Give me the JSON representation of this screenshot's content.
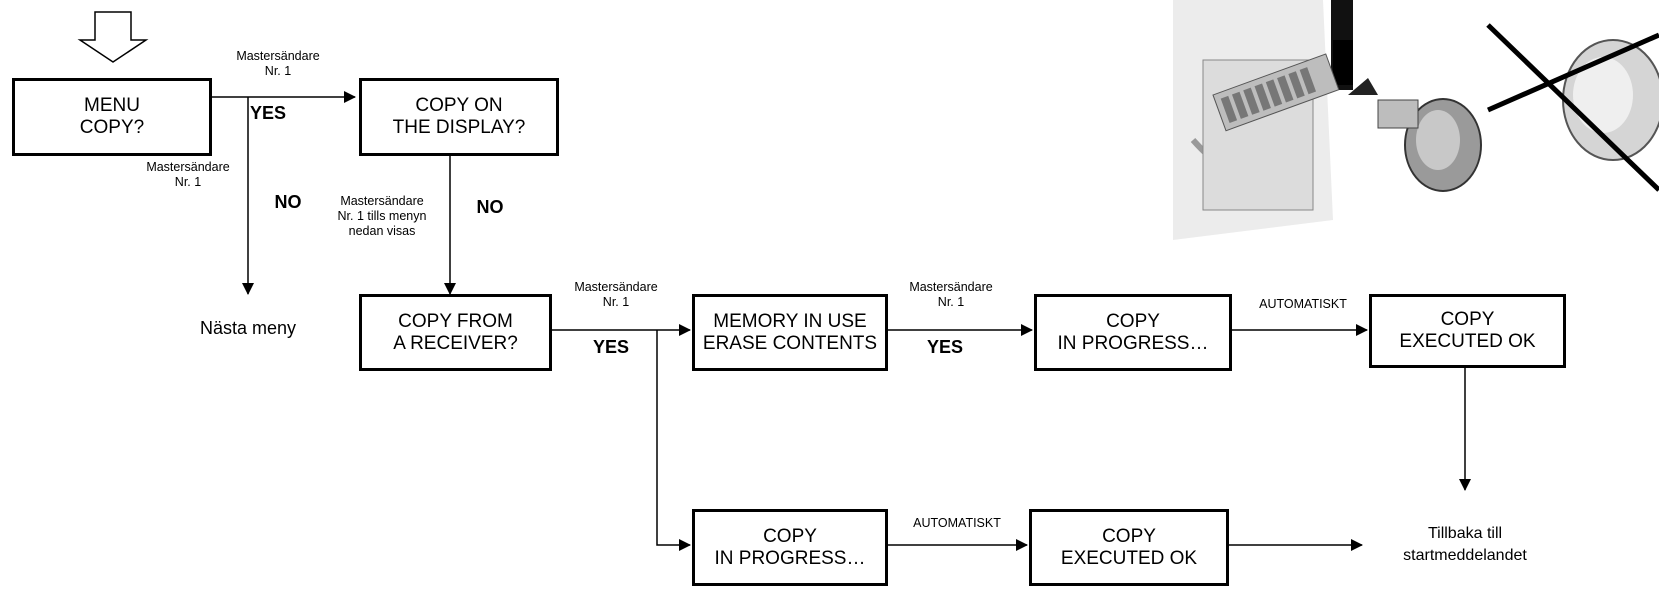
{
  "boxes": {
    "menu_copy": [
      "MENU",
      "COPY?"
    ],
    "copy_display": [
      "COPY ON",
      "THE DISPLAY?"
    ],
    "copy_receiver": [
      "COPY FROM",
      "A RECEIVER?"
    ],
    "memory_in_use": [
      "MEMORY IN USE",
      "ERASE CONTENTS"
    ],
    "copy_progress_1": [
      "COPY",
      "IN PROGRESS…"
    ],
    "copy_executed_1": [
      "COPY",
      "EXECUTED OK"
    ],
    "copy_progress_2": [
      "COPY",
      "IN PROGRESS…"
    ],
    "copy_executed_2": [
      "COPY",
      "EXECUTED OK"
    ]
  },
  "labels": {
    "master_1": [
      "Mastersändare",
      "Nr. 1"
    ],
    "master_2": [
      "Mastersändare",
      "Nr. 1"
    ],
    "master_until": [
      "Mastersändare",
      "Nr. 1 tills menyn",
      "nedan visas"
    ],
    "master_3": [
      "Mastersändare",
      "Nr. 1"
    ],
    "master_4": [
      "Mastersändare",
      "Nr. 1"
    ],
    "yes": "YES",
    "no": "NO",
    "automatic": "AUTOMATISKT",
    "next_menu": "Nästa meny",
    "back_to_start": [
      "Tillbaka till",
      "startmeddelandet"
    ]
  }
}
